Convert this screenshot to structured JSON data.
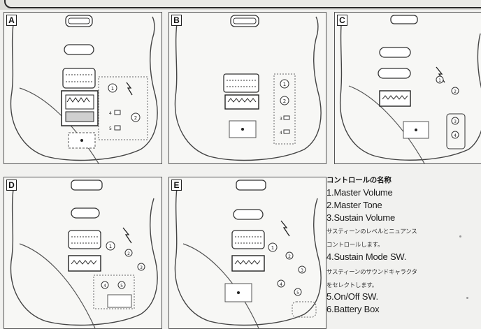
{
  "diagrams": [
    {
      "letter": "A"
    },
    {
      "letter": "B"
    },
    {
      "letter": "C"
    },
    {
      "letter": "D"
    },
    {
      "letter": "E"
    }
  ],
  "legend": {
    "title": "コントロールの名称",
    "items": [
      {
        "label": "1.Master Volume"
      },
      {
        "label": "2.Master Tone"
      },
      {
        "label": "3.Sustain Volume",
        "note": "サスティーンのレベルとニュアンス",
        "note2": "コントロールします。"
      },
      {
        "label": "4.Sustain Mode SW.",
        "note": "サスティーンのサウンドキャラクタ",
        "note2": "をセレクトします。"
      },
      {
        "label": "5.On/Off SW."
      },
      {
        "label": "6.Battery Box"
      }
    ]
  }
}
